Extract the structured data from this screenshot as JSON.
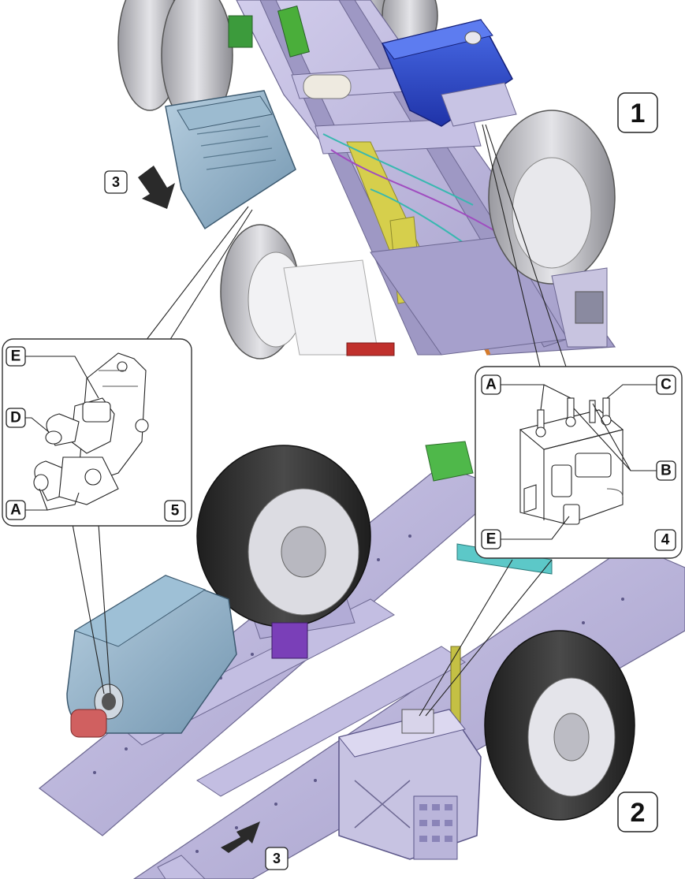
{
  "colors": {
    "frame_purple": "#b9b3d9",
    "tank_blue_dark": "#2b45c8",
    "tank_blue_steel": "#8eb0c8",
    "tire_black": "#2b2b2b",
    "tire_light": "#d8d8dc",
    "tube_yellow": "#d6cf4c",
    "hose_orange": "#d57b2b",
    "callout_border": "#333333"
  },
  "views": {
    "top": {
      "number": "1"
    },
    "bottom": {
      "number": "2"
    }
  },
  "arrows": {
    "top": {
      "label": "3"
    },
    "bottom": {
      "label": "3"
    }
  },
  "detail_left": {
    "number": "5",
    "labels": {
      "e": "E",
      "d": "D",
      "a": "A"
    }
  },
  "detail_right": {
    "number": "4",
    "labels": {
      "a": "A",
      "c": "C",
      "b": "B",
      "e": "E"
    }
  }
}
